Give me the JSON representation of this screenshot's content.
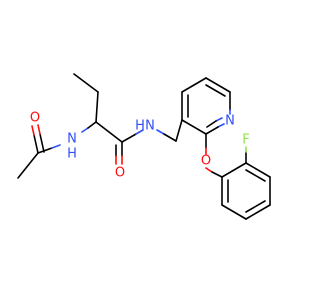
{
  "molecule": {
    "atoms": {
      "o_acetyl": {
        "label": "O",
        "color": "#ff0d0d"
      },
      "n_acetamido": {
        "label": "N",
        "h_label": "H",
        "color": "#3050f8"
      },
      "o_amide": {
        "label": "O",
        "color": "#ff0d0d"
      },
      "n_amide": {
        "label": "N",
        "h_label": "H",
        "color": "#3050f8"
      },
      "n_pyridine": {
        "label": "N",
        "color": "#3050f8"
      },
      "o_ether": {
        "label": "O",
        "color": "#ff0d0d"
      },
      "f_fluoro": {
        "label": "F",
        "color": "#90e050"
      }
    }
  }
}
